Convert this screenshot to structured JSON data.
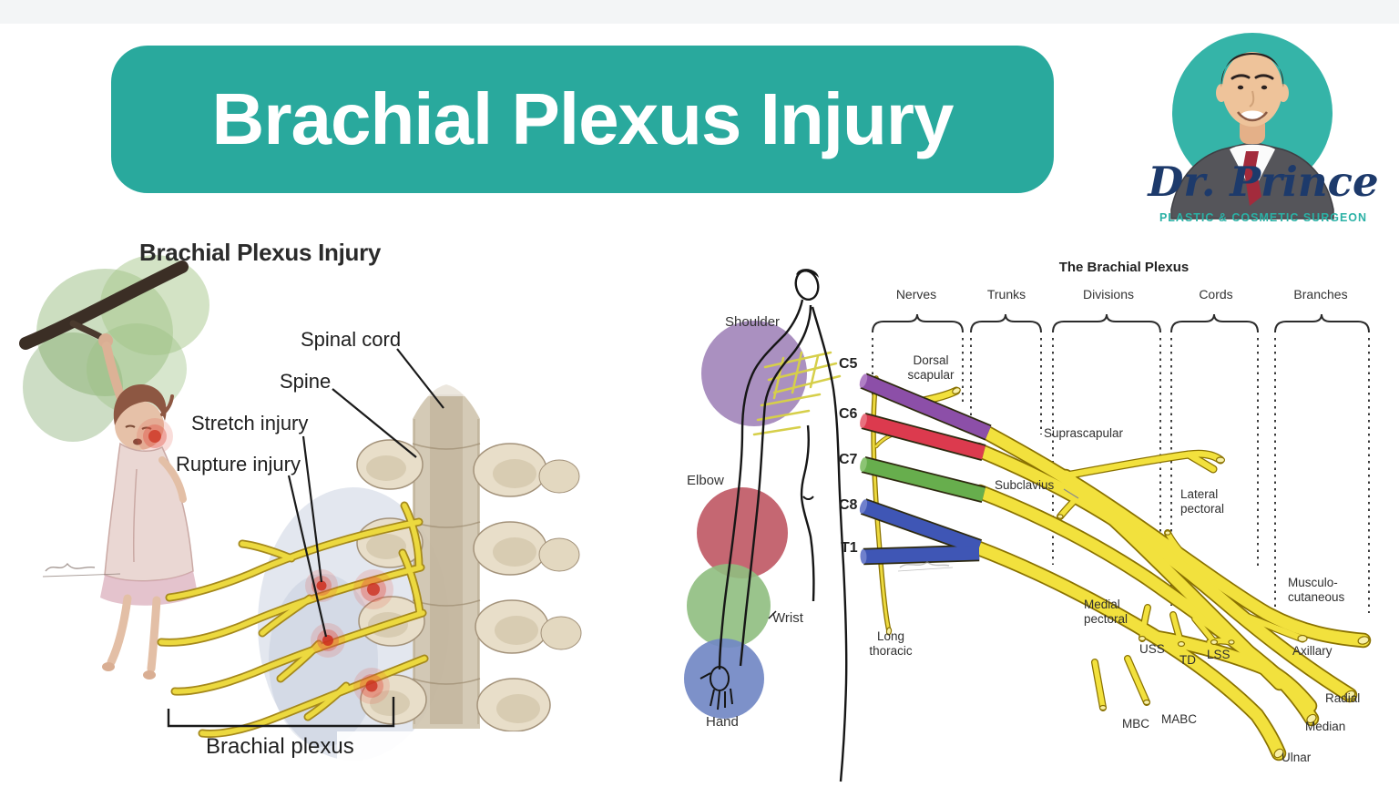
{
  "banner": {
    "title": "Brachial Plexus Injury",
    "bg_color": "#29a99d"
  },
  "logo": {
    "name": "Dr. Prince",
    "subtitle": "PLASTIC & COSMETIC SURGEON",
    "circle_color": "#35b4a8",
    "name_color": "#1d3a6b",
    "subtitle_color": "#2ab1a5"
  },
  "left_figure": {
    "title": "Brachial Plexus Injury",
    "labels": {
      "spinal_cord": "Spinal cord",
      "spine": "Spine",
      "stretch_injury": "Stretch injury",
      "rupture_injury": "Rupture injury",
      "brachial_plexus": "Brachial plexus"
    }
  },
  "right_figure": {
    "title": "The Brachial Plexus",
    "columns": [
      "Nerves",
      "Trunks",
      "Divisions",
      "Cords",
      "Branches"
    ],
    "body_labels": [
      "Shoulder",
      "Elbow",
      "Wrist",
      "Hand"
    ],
    "body_colors": {
      "shoulder": "#9b7cb5",
      "elbow": "#bf5663",
      "wrist": "#8fbe80",
      "hand": "#7288c4"
    },
    "roots": [
      {
        "label": "C5",
        "color": "#8c4fa8"
      },
      {
        "label": "C6",
        "color": "#dc3a4e"
      },
      {
        "label": "C7",
        "color": "#67ae4d"
      },
      {
        "label": "C8",
        "color": "#3f56b5"
      },
      {
        "label": "T1",
        "color": "#3f56b5"
      }
    ],
    "nerve_labels": [
      "Dorsal scapular",
      "Suprascapular",
      "Subclavius",
      "Lateral pectoral",
      "Medial pectoral",
      "Long thoracic",
      "USS",
      "TD",
      "LSS",
      "Musculo-cutaneous",
      "Axillary",
      "MBC",
      "MABC",
      "Radial",
      "Median",
      "Ulnar"
    ],
    "nerve_color": "#f2e13d"
  }
}
